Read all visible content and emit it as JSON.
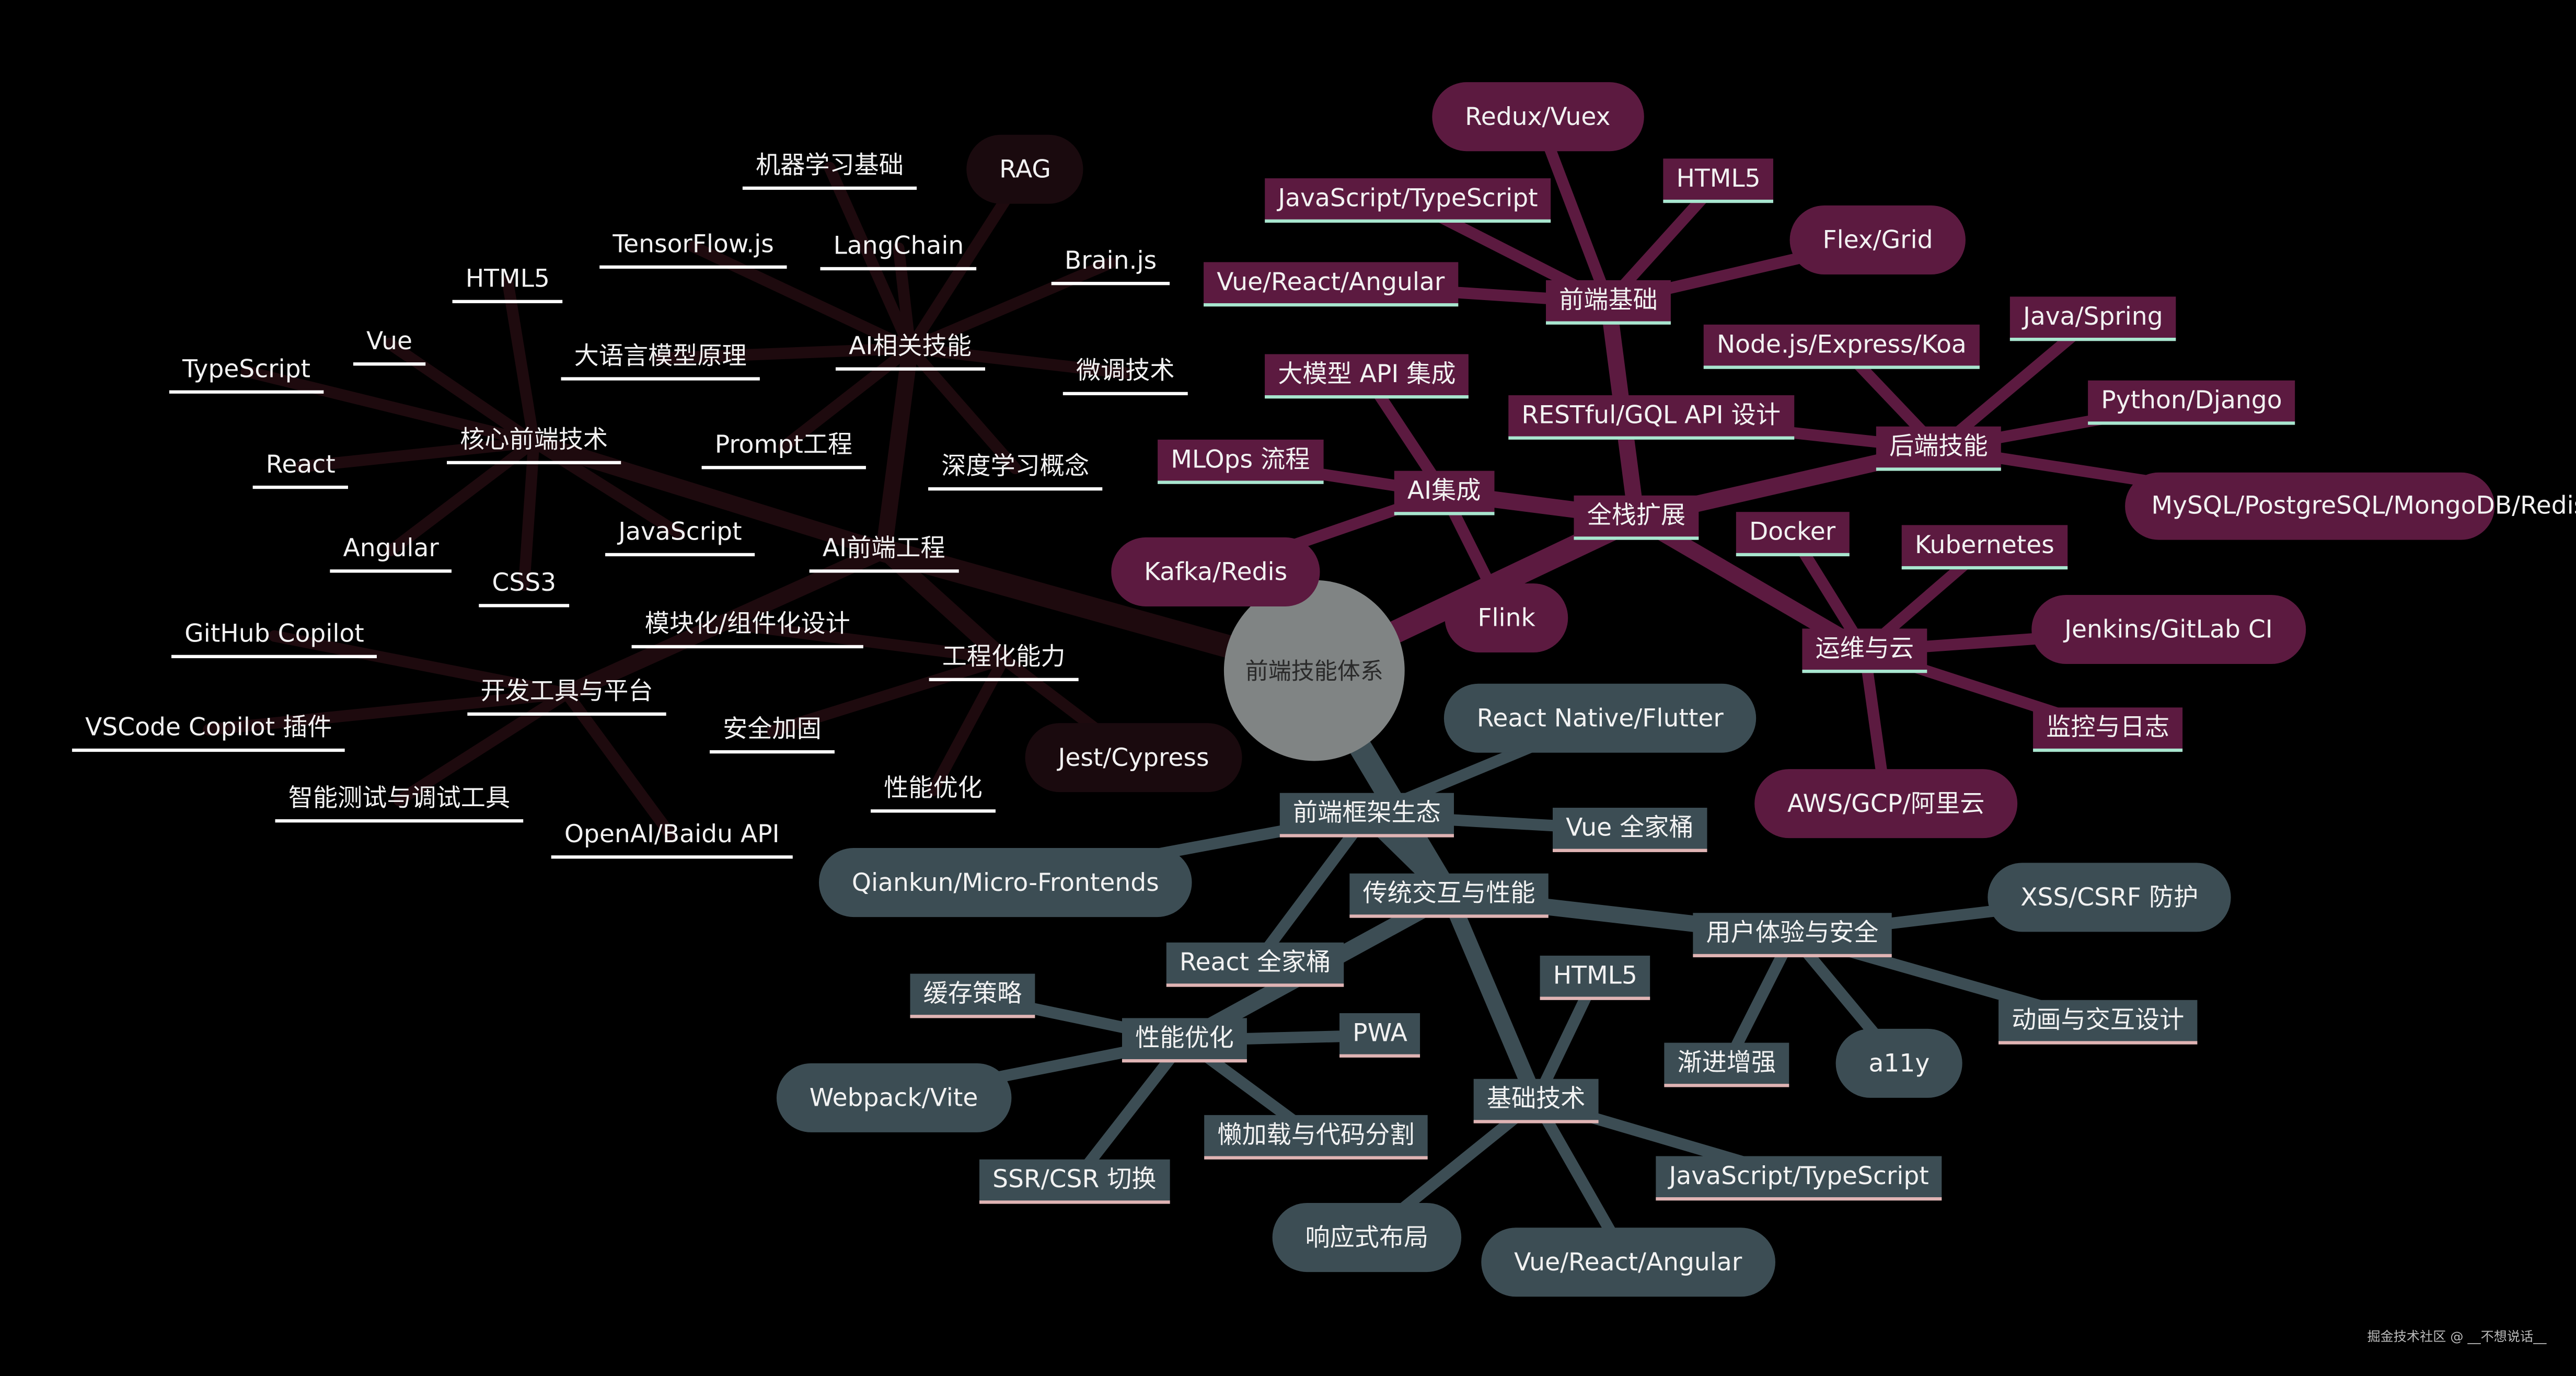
{
  "root": "前端技能体系",
  "watermark": "掘金技术社区 @ __不想说话__",
  "colors": {
    "background": "#000000",
    "root": "#808484",
    "branch_ai": "#1e0a0e",
    "branch_fullstack": "#5c1a40",
    "branch_traditional": "#3c4d54",
    "underline_purple": "#a8e6cf",
    "underline_slate": "#e0b4b4"
  },
  "nodes": [
    {
      "id": "ai-fe",
      "label": "AI前端工程",
      "parent": "root",
      "kind": "w-u"
    },
    {
      "id": "core-fe",
      "label": "核心前端技术",
      "parent": "ai-fe",
      "kind": "w-u"
    },
    {
      "id": "core-html5",
      "label": "HTML5",
      "parent": "core-fe",
      "kind": "w-u"
    },
    {
      "id": "core-vue",
      "label": "Vue",
      "parent": "core-fe",
      "kind": "w-u"
    },
    {
      "id": "core-ts",
      "label": "TypeScript",
      "parent": "core-fe",
      "kind": "w-u"
    },
    {
      "id": "core-react",
      "label": "React",
      "parent": "core-fe",
      "kind": "w-u"
    },
    {
      "id": "core-angular",
      "label": "Angular",
      "parent": "core-fe",
      "kind": "w-u"
    },
    {
      "id": "core-css3",
      "label": "CSS3",
      "parent": "core-fe",
      "kind": "w-u"
    },
    {
      "id": "core-js",
      "label": "JavaScript",
      "parent": "core-fe",
      "kind": "w-u"
    },
    {
      "id": "ai-skills",
      "label": "AI相关技能",
      "parent": "ai-fe",
      "kind": "w-u"
    },
    {
      "id": "ai-ml",
      "label": "机器学习基础",
      "parent": "ai-skills",
      "kind": "w-u"
    },
    {
      "id": "ai-rag",
      "label": "RAG",
      "parent": "ai-skills",
      "kind": "k-pill"
    },
    {
      "id": "ai-tfjs",
      "label": "TensorFlow.js",
      "parent": "ai-skills",
      "kind": "w-u"
    },
    {
      "id": "ai-langchain",
      "label": "LangChain",
      "parent": "ai-skills",
      "kind": "w-u"
    },
    {
      "id": "ai-brainjs",
      "label": "Brain.js",
      "parent": "ai-skills",
      "kind": "w-u"
    },
    {
      "id": "ai-llm",
      "label": "大语言模型原理",
      "parent": "ai-skills",
      "kind": "w-u"
    },
    {
      "id": "ai-finetune",
      "label": "微调技术",
      "parent": "ai-skills",
      "kind": "w-u"
    },
    {
      "id": "ai-prompt",
      "label": "Prompt工程",
      "parent": "ai-skills",
      "kind": "w-u"
    },
    {
      "id": "ai-dl",
      "label": "深度学习概念",
      "parent": "ai-skills",
      "kind": "w-u"
    },
    {
      "id": "eng",
      "label": "工程化能力",
      "parent": "ai-fe",
      "kind": "w-u"
    },
    {
      "id": "eng-module",
      "label": "模块化/组件化设计",
      "parent": "eng",
      "kind": "w-u"
    },
    {
      "id": "eng-security",
      "label": "安全加固",
      "parent": "eng",
      "kind": "w-u"
    },
    {
      "id": "eng-jest",
      "label": "Jest/Cypress",
      "parent": "eng",
      "kind": "k-pill"
    },
    {
      "id": "eng-perf",
      "label": "性能优化",
      "parent": "eng",
      "kind": "w-u"
    },
    {
      "id": "tools",
      "label": "开发工具与平台",
      "parent": "ai-fe",
      "kind": "w-u"
    },
    {
      "id": "tools-ghcopilot",
      "label": "GitHub Copilot",
      "parent": "tools",
      "kind": "w-u"
    },
    {
      "id": "tools-vscode",
      "label": "VSCode Copilot 插件",
      "parent": "tools",
      "kind": "w-u"
    },
    {
      "id": "tools-test",
      "label": "智能测试与调试工具",
      "parent": "tools",
      "kind": "w-u"
    },
    {
      "id": "tools-openai",
      "label": "OpenAI/Baidu API",
      "parent": "tools",
      "kind": "w-u"
    },
    {
      "id": "fullstack",
      "label": "全栈扩展",
      "parent": "root",
      "kind": "p-u"
    },
    {
      "id": "fe-basic",
      "label": "前端基础",
      "parent": "fullstack",
      "kind": "p-u"
    },
    {
      "id": "fb-redux",
      "label": "Redux/Vuex",
      "parent": "fe-basic",
      "kind": "p-pill"
    },
    {
      "id": "fb-html5",
      "label": "HTML5",
      "parent": "fe-basic",
      "kind": "p-u"
    },
    {
      "id": "fb-jsts",
      "label": "JavaScript/TypeScript",
      "parent": "fe-basic",
      "kind": "p-u"
    },
    {
      "id": "fb-flex",
      "label": "Flex/Grid",
      "parent": "fe-basic",
      "kind": "p-pill"
    },
    {
      "id": "fb-vra",
      "label": "Vue/React/Angular",
      "parent": "fe-basic",
      "kind": "p-u"
    },
    {
      "id": "backend",
      "label": "后端技能",
      "parent": "fullstack",
      "kind": "p-u"
    },
    {
      "id": "be-java",
      "label": "Java/Spring",
      "parent": "backend",
      "kind": "p-u"
    },
    {
      "id": "be-node",
      "label": "Node.js/Express/Koa",
      "parent": "backend",
      "kind": "p-u"
    },
    {
      "id": "be-python",
      "label": "Python/Django",
      "parent": "backend",
      "kind": "p-u"
    },
    {
      "id": "be-restful",
      "label": "RESTful/GQL API 设计",
      "parent": "backend",
      "kind": "p-u"
    },
    {
      "id": "be-db",
      "label": "MySQL/PostgreSQL/MongoDB/Redis",
      "parent": "backend",
      "kind": "p-pill-multi"
    },
    {
      "id": "ai-int",
      "label": "AI集成",
      "parent": "fullstack",
      "kind": "p-u"
    },
    {
      "id": "ai-bigapi",
      "label": "大模型 API 集成",
      "parent": "ai-int",
      "kind": "p-u"
    },
    {
      "id": "ai-mlops",
      "label": "MLOps 流程",
      "parent": "ai-int",
      "kind": "p-u"
    },
    {
      "id": "ai-kafka",
      "label": "Kafka/Redis",
      "parent": "ai-int",
      "kind": "p-pill"
    },
    {
      "id": "ai-flink",
      "label": "Flink",
      "parent": "ai-int",
      "kind": "p-pill"
    },
    {
      "id": "ops",
      "label": "运维与云",
      "parent": "fullstack",
      "kind": "p-u"
    },
    {
      "id": "ops-docker",
      "label": "Docker",
      "parent": "ops",
      "kind": "p-u"
    },
    {
      "id": "ops-k8s",
      "label": "Kubernetes",
      "parent": "ops",
      "kind": "p-u"
    },
    {
      "id": "ops-jenkins",
      "label": "Jenkins/GitLab CI",
      "parent": "ops",
      "kind": "p-pill"
    },
    {
      "id": "ops-monitor",
      "label": "监控与日志",
      "parent": "ops",
      "kind": "p-u"
    },
    {
      "id": "ops-cloud",
      "label": "AWS/GCP/阿里云",
      "parent": "ops",
      "kind": "p-pill"
    },
    {
      "id": "traditional",
      "label": "传统交互与性能",
      "parent": "root",
      "kind": "s-u"
    },
    {
      "id": "fw-eco",
      "label": "前端框架生态",
      "parent": "traditional",
      "kind": "s-u"
    },
    {
      "id": "fw-rn",
      "label": "React Native/Flutter",
      "parent": "fw-eco",
      "kind": "s-pill"
    },
    {
      "id": "fw-vue",
      "label": "Vue 全家桶",
      "parent": "fw-eco",
      "kind": "s-u"
    },
    {
      "id": "fw-qiankun",
      "label": "Qiankun/Micro-Frontends",
      "parent": "fw-eco",
      "kind": "s-pill"
    },
    {
      "id": "fw-react",
      "label": "React 全家桶",
      "parent": "fw-eco",
      "kind": "s-u"
    },
    {
      "id": "ux",
      "label": "用户体验与安全",
      "parent": "traditional",
      "kind": "s-u"
    },
    {
      "id": "ux-xss",
      "label": "XSS/CSRF 防护",
      "parent": "ux",
      "kind": "s-pill"
    },
    {
      "id": "ux-anim",
      "label": "动画与交互设计",
      "parent": "ux",
      "kind": "s-u"
    },
    {
      "id": "ux-a11y",
      "label": "a11y",
      "parent": "ux",
      "kind": "s-pill"
    },
    {
      "id": "ux-progressive",
      "label": "渐进增强",
      "parent": "ux",
      "kind": "s-u"
    },
    {
      "id": "perf",
      "label": "性能优化",
      "parent": "traditional",
      "kind": "s-u"
    },
    {
      "id": "perf-cache",
      "label": "缓存策略",
      "parent": "perf",
      "kind": "s-u"
    },
    {
      "id": "perf-pwa",
      "label": "PWA",
      "parent": "perf",
      "kind": "s-u"
    },
    {
      "id": "perf-webpack",
      "label": "Webpack/Vite",
      "parent": "perf",
      "kind": "s-pill"
    },
    {
      "id": "perf-lazy",
      "label": "懒加载与代码分割",
      "parent": "perf",
      "kind": "s-u"
    },
    {
      "id": "perf-ssr",
      "label": "SSR/CSR 切换",
      "parent": "perf",
      "kind": "s-u"
    },
    {
      "id": "basic",
      "label": "基础技术",
      "parent": "traditional",
      "kind": "s-u"
    },
    {
      "id": "basic-html5",
      "label": "HTML5",
      "parent": "basic",
      "kind": "s-u"
    },
    {
      "id": "basic-jsts",
      "label": "JavaScript/TypeScript",
      "parent": "basic",
      "kind": "s-u"
    },
    {
      "id": "basic-responsive",
      "label": "响应式布局",
      "parent": "basic",
      "kind": "s-pill"
    },
    {
      "id": "basic-vra",
      "label": "Vue/React/Angular",
      "parent": "basic",
      "kind": "s-pill"
    }
  ]
}
